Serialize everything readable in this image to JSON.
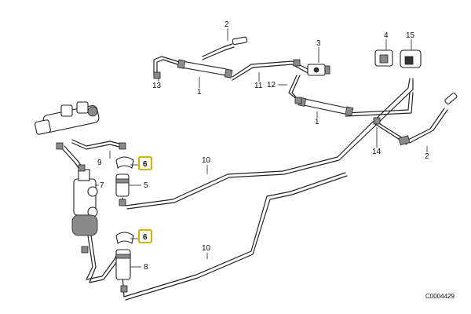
{
  "callouts": {
    "c1a": "1",
    "c1b": "1",
    "c2a": "2",
    "c2b": "2",
    "c3": "3",
    "c4": "4",
    "c5": "5",
    "c6a": "6",
    "c6b": "6",
    "c7": "7",
    "c8": "8",
    "c9": "9",
    "c10a": "10",
    "c10b": "10",
    "c11": "11",
    "c12": "12",
    "c13": "13",
    "c14": "14",
    "c15": "15"
  },
  "diagram_code": "C0004429",
  "highlight_color": "#d4b400"
}
